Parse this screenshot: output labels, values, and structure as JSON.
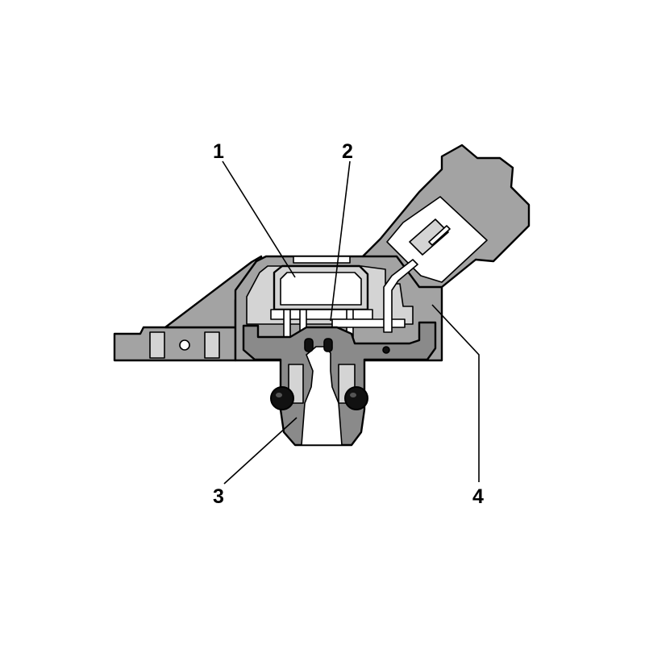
{
  "callouts": [
    {
      "id": "1",
      "text": "1"
    },
    {
      "id": "2",
      "text": "2"
    },
    {
      "id": "3",
      "text": "3"
    },
    {
      "id": "4",
      "text": "4"
    }
  ],
  "colors": {
    "housing": "#a3a3a3",
    "housing_light": "#d4d4d4",
    "insert": "#8a8a8a",
    "cavity": "#ffffff",
    "seal": "#111111",
    "outline": "#000000"
  }
}
